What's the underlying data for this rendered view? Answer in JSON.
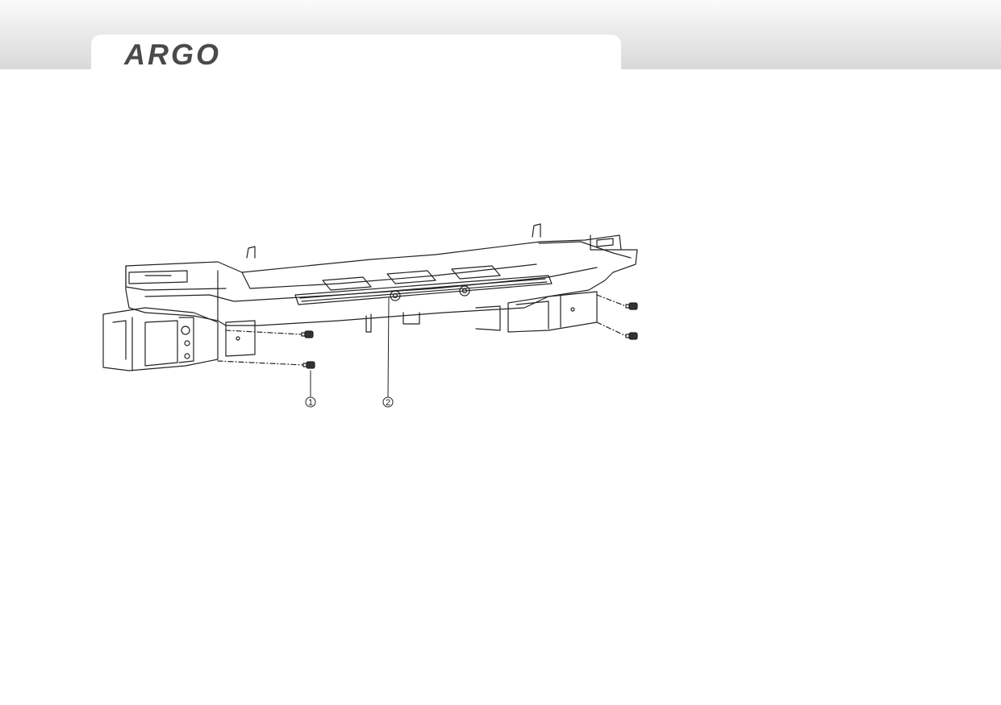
{
  "header": {
    "logo": {
      "text": "ARGO",
      "color": "#4a4a4a"
    }
  },
  "diagram": {
    "callouts": [
      {
        "id": "callout-1",
        "label": "1"
      },
      {
        "id": "callout-2",
        "label": "2"
      }
    ]
  }
}
